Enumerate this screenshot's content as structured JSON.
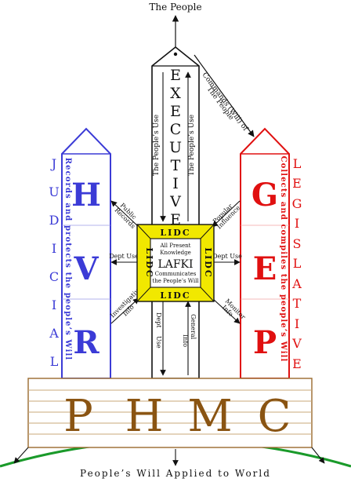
{
  "colors": {
    "judicial": "#3b3bd6",
    "legislative": "#e01010",
    "executive": "#111111",
    "center_fill": "#f1e800",
    "base_letters": "#8a5412",
    "base_stroke": "#9a6a2e",
    "ground": "#1a9a2a"
  },
  "top_label": "The People",
  "bottom_label": "People’s Will Applied to World",
  "executive": {
    "title_letters": [
      "E",
      "X",
      "E",
      "C",
      "U",
      "T",
      "I",
      "V",
      "E"
    ],
    "left_arrow_label": "The People’s Use",
    "right_arrow_label": "The People’s Use",
    "commands_label_1": "Commands (Will) of",
    "commands_label_2": "The People"
  },
  "judicial": {
    "title_letters": [
      "J",
      "U",
      "D",
      "I",
      "C",
      "I",
      "A",
      "L"
    ],
    "big_letters": [
      "H",
      "V",
      "R"
    ],
    "vertical_text": "Records and protects the people’s Will"
  },
  "legislative": {
    "title_letters": [
      "L",
      "E",
      "G",
      "I",
      "S",
      "L",
      "A",
      "T",
      "I",
      "V",
      "E"
    ],
    "big_letters": [
      "G",
      "E",
      "P"
    ],
    "vertical_text": "Collects and compiles the people’s Will"
  },
  "center": {
    "side_label": "LIDC",
    "knowledge_1": "All Present",
    "knowledge_2": "Knowledge",
    "title": "LAFKI",
    "communicates_1": "Communicates",
    "communicates_2": "the People’s Will"
  },
  "connectors": {
    "public_records_1": "Public",
    "public_records_2": "Records",
    "dept_use_left": "Dept Use",
    "investigative_1": "Investigative",
    "investigative_2": "Info",
    "popular_influence_1": "Popular",
    "popular_influence_2": "Influence",
    "dept_use_right": "Dept Use",
    "monitor_info_1": "Monitor",
    "monitor_info_2": "Info",
    "dept_use_down_1": "Dept",
    "dept_use_down_2": "Use",
    "general_info_1": "General",
    "general_info_2": "Info"
  },
  "base_letters": [
    "P",
    "H",
    "M",
    "C"
  ]
}
